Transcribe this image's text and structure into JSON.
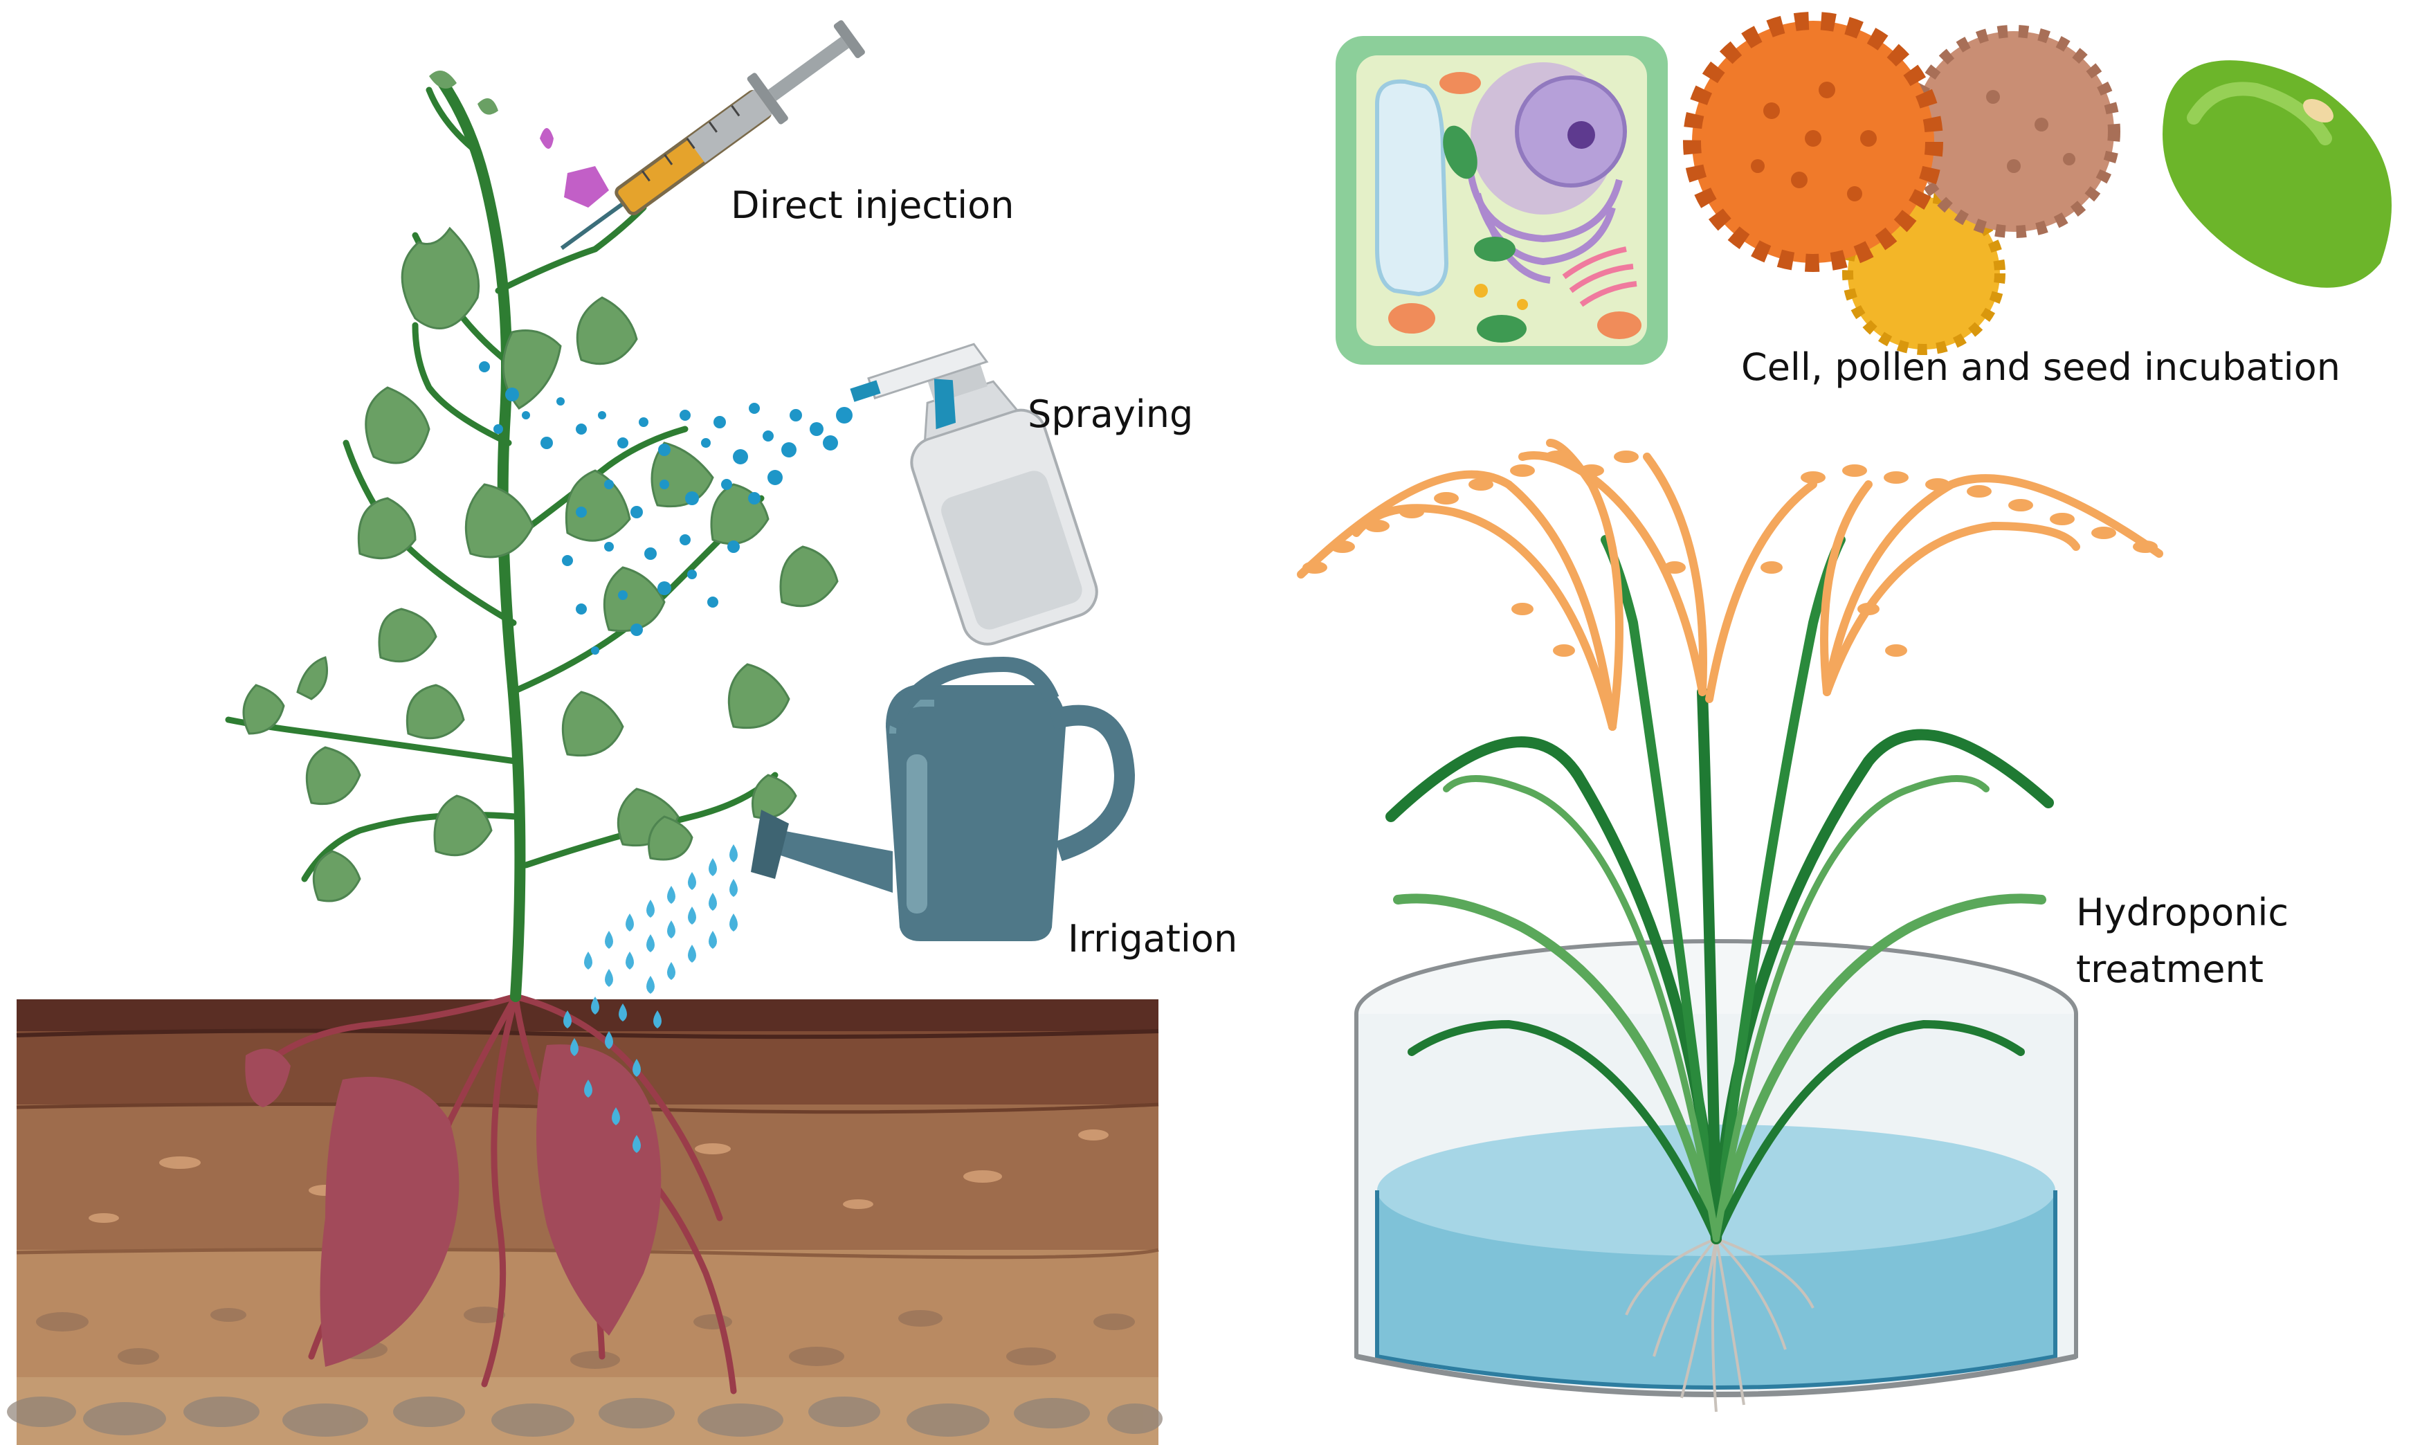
{
  "labels": {
    "direct_injection": "Direct injection",
    "spraying": "Spraying",
    "irrigation": "Irrigation",
    "incubation": "Cell, pollen and seed incubation",
    "hydroponic_line1": "Hydroponic",
    "hydroponic_line2": "treatment"
  },
  "colors": {
    "soil_top": "#5a2e24",
    "soil_upper": "#7e4b35",
    "soil_mid": "#9e6c4c",
    "soil_lower": "#b98a62",
    "soil_bottom": "#c49b72",
    "leaf": "#6aa064",
    "stem": "#2e7d32",
    "tuber": "#a24a5a",
    "spray_drop": "#1e96c8",
    "water_drop": "#46b2dc",
    "watering_can": "#4f7888",
    "syringe_fluid": "#e5a32c",
    "flower": "#c25fc7",
    "cell_wall": "#8ccf9a",
    "cell_inner": "#e4f0c8",
    "nucleus": "#b6a0d9",
    "pollen_orange": "#f07a2a",
    "pollen_brown": "#c98e74",
    "pollen_yellow": "#f3b628",
    "seed": "#6cb52a",
    "rice_grain": "#f4a75c",
    "rice_leaf": "#1f7a33",
    "water": "#7fc2d8"
  }
}
